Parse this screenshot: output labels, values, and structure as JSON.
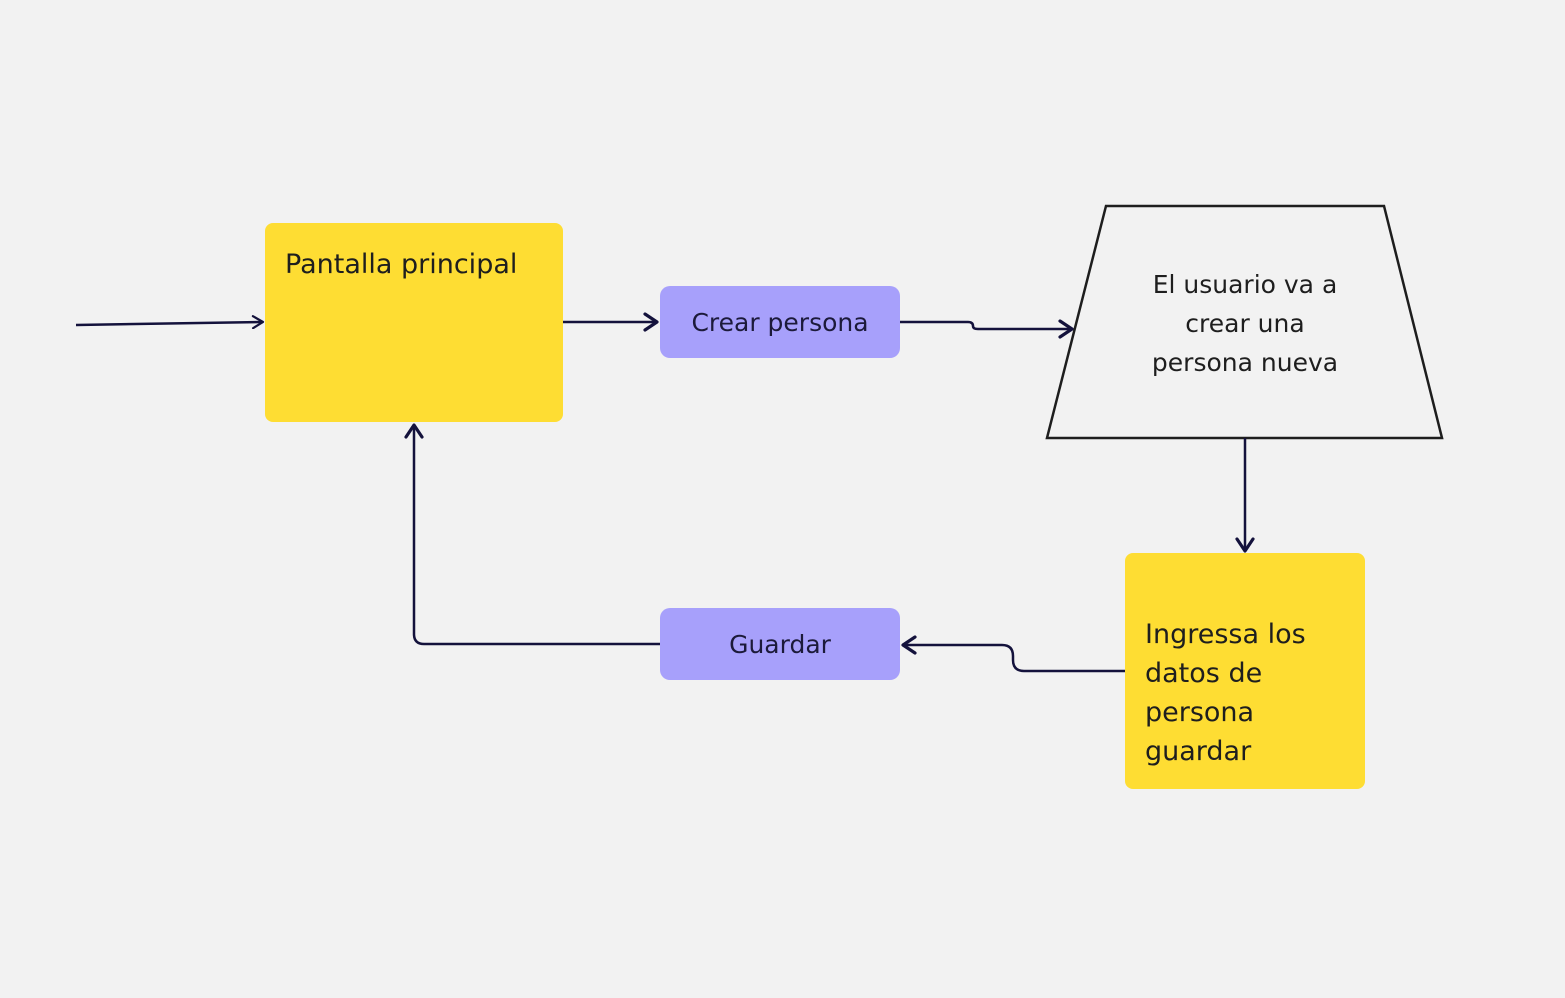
{
  "canvas": {
    "background": "#f2f2f2"
  },
  "colors": {
    "sticky": "#fedd33",
    "pill": "#a7a0fb",
    "connector": "#14123c",
    "outline": "#1e1e1e"
  },
  "nodes": {
    "pantalla_principal": "Pantalla principal",
    "crear_persona": "Crear persona",
    "el_usuario": "El usuario va a\ncrear una\npersona nueva",
    "ingressa": "Ingressa los\ndatos de\npersona\nguardar",
    "guardar": "Guardar"
  }
}
